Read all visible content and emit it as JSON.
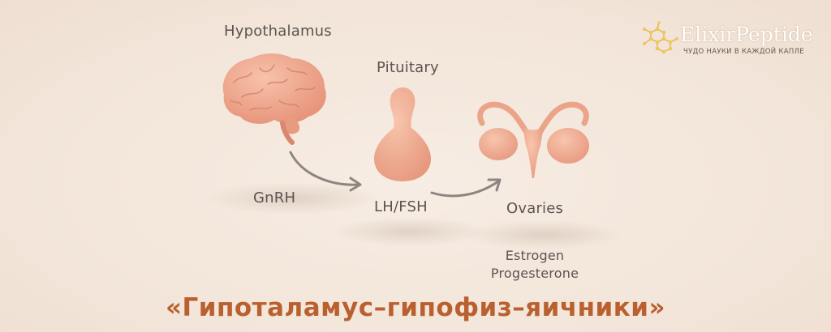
{
  "labels": {
    "hypothalamus": "Hypothalamus",
    "pituitary": "Pituitary",
    "gnrh": "GnRH",
    "lhfsh": "LH/FSH",
    "ovaries": "Ovaries",
    "estrogen": "Estrogen",
    "progesterone": "Progesterone"
  },
  "brand": {
    "name": "ElixirPeptide",
    "tagline": "ЧУДО НАУКИ В КАЖДОЙ КАПЛЕ"
  },
  "title": "«Гипоталамус–гипофиз–яичники»",
  "colors": {
    "organ": "#f1a88a",
    "arrow": "#8d8680",
    "title": "#b9602e",
    "background": "#f5e9df"
  }
}
